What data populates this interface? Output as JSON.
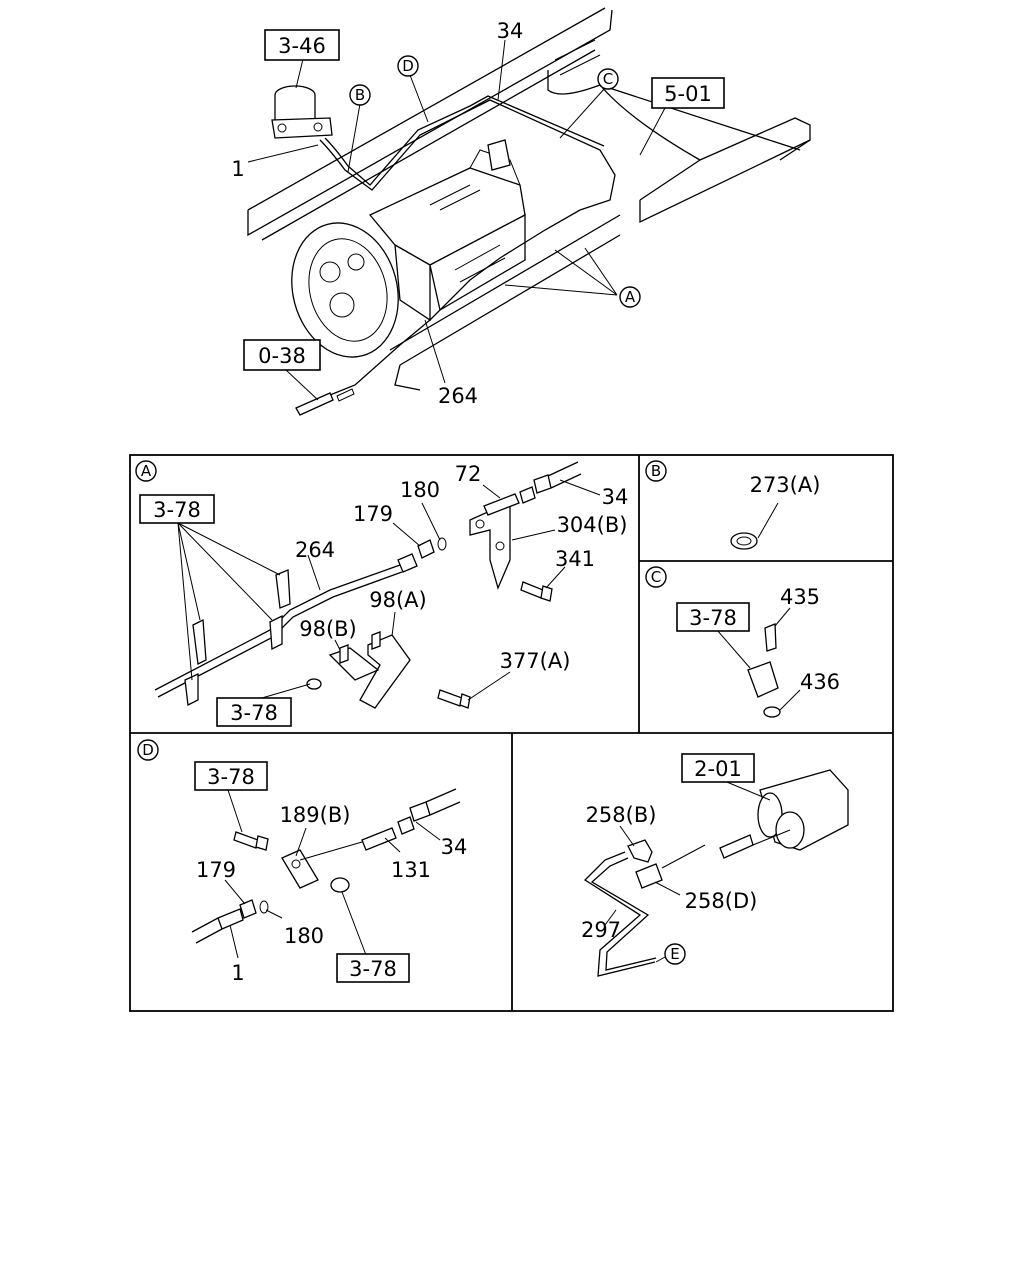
{
  "main": {
    "ref_3_46": "3-46",
    "ref_5_01": "5-01",
    "ref_0_38": "0-38",
    "p34": "34",
    "p1": "1",
    "p264": "264",
    "cD": "D",
    "cB": "B",
    "cC": "C",
    "cA": "A"
  },
  "panelA": {
    "marker": "A",
    "ref1": "3-78",
    "ref2": "3-78",
    "p264": "264",
    "p179": "179",
    "p180": "180",
    "p72": "72",
    "p34": "34",
    "p304": "304(B)",
    "p341": "341",
    "p98a": "98(A)",
    "p98b": "98(B)",
    "p377": "377(A)"
  },
  "panelB": {
    "marker": "B",
    "p273": "273(A)"
  },
  "panelC": {
    "marker": "C",
    "ref": "3-78",
    "p435": "435",
    "p436": "436"
  },
  "panelD": {
    "marker": "D",
    "ref1": "3-78",
    "ref2": "3-78",
    "p189": "189(B)",
    "p131": "131",
    "p34": "34",
    "p179": "179",
    "p180": "180",
    "p1": "1"
  },
  "panelE": {
    "ref": "2-01",
    "p258b": "258(B)",
    "p258d": "258(D)",
    "p297": "297",
    "cE": "E"
  }
}
